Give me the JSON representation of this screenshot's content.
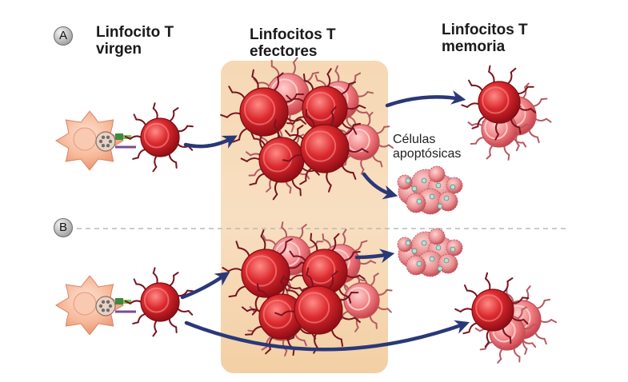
{
  "panels": [
    {
      "letter": "A"
    },
    {
      "letter": "B"
    }
  ],
  "headers": {
    "naive": "Linfocito T\nvirgen",
    "effector": "Linfocitos T\nefectores",
    "memory": "Linfocitos T\nmemoria"
  },
  "labels": {
    "apoptotic": "Células\napoptósicas"
  },
  "colors": {
    "effector_zone": "#f6d7b0",
    "t_cell": "#c8141e",
    "t_cell_light": "#e35660",
    "apc": "#f6b89c",
    "arrow": "#2a3878",
    "divider": "#b9b9b9"
  }
}
